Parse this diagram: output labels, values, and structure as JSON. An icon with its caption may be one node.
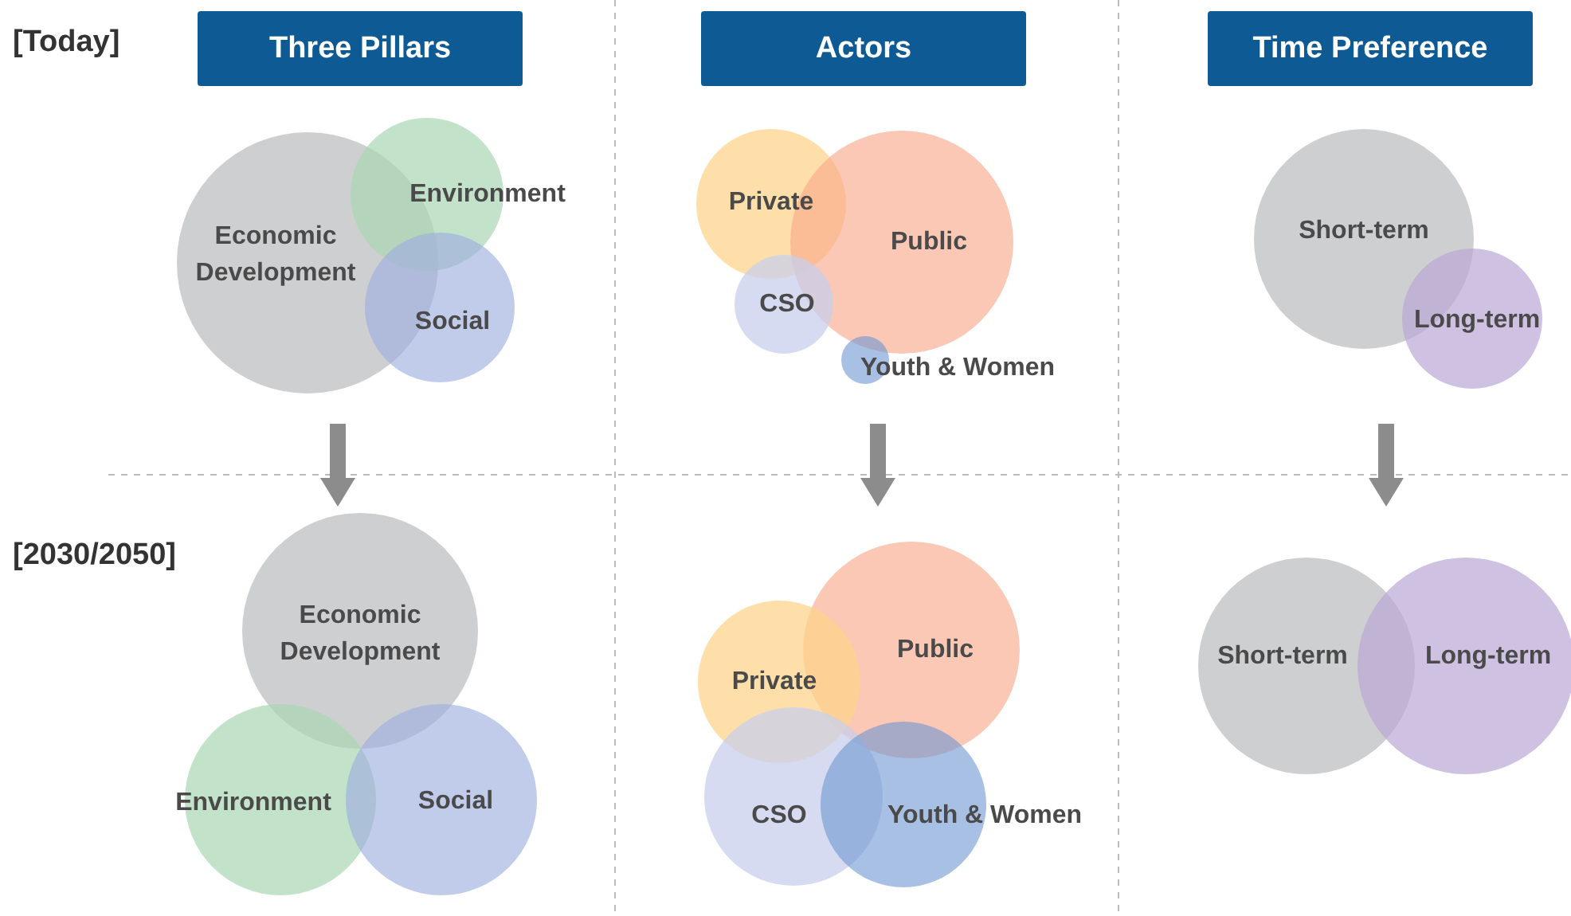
{
  "diagram": {
    "nodes": [
      {
        "text": [
          "Three Pillars"
        ]
      },
      {
        "text": [
          "Actors"
        ]
      },
      {
        "text": [
          "Time Preference"
        ]
      },
      {
        "text": [],
        "shape": "group"
      },
      {
        "text": [
          "Economic Development"
        ],
        "in": 3
      },
      {
        "text": [
          "Environment"
        ],
        "in": 3
      },
      {
        "text": [
          "Social"
        ],
        "in": 3
      },
      {
        "text": [],
        "shape": "group"
      },
      {
        "text": [
          "Private"
        ],
        "in": 7
      },
      {
        "text": [
          "Public"
        ],
        "in": 7
      },
      {
        "text": [
          "CSO"
        ],
        "in": 7
      },
      {
        "text": [],
        "shape": "circle",
        "beside": [
          "Youth & Women"
        ],
        "in": 7
      },
      {
        "text": [],
        "shape": "group"
      },
      {
        "text": [
          "Short-term"
        ],
        "in": 12
      },
      {
        "text": [
          "Long-term"
        ],
        "in": 12
      },
      {
        "text": [],
        "shape": "group"
      },
      {
        "text": [
          "Economic Development"
        ],
        "in": 15
      },
      {
        "text": [
          "Environment"
        ],
        "in": 15
      },
      {
        "text": [
          "Social"
        ],
        "in": 15
      },
      {
        "text": [],
        "shape": "group"
      },
      {
        "text": [
          "Public"
        ],
        "in": 19
      },
      {
        "text": [
          "Private"
        ],
        "in": 19
      },
      {
        "text": [
          "CSO"
        ],
        "in": 19
      },
      {
        "text": [
          "Youth & Women"
        ],
        "in": 19
      },
      {
        "text": [],
        "shape": "group"
      },
      {
        "text": [
          "Short-term"
        ],
        "in": 24
      },
      {
        "text": [
          "Long-term"
        ],
        "in": 24
      }
    ],
    "edges": [
      {
        "from": 3,
        "to": 15,
        "arrow": "to"
      },
      {
        "from": 7,
        "to": 19,
        "arrow": "to"
      },
      {
        "from": 12,
        "to": 24,
        "arrow": "to"
      }
    ],
    "labels": [
      "[Today]",
      "[2030/2050]"
    ]
  }
}
